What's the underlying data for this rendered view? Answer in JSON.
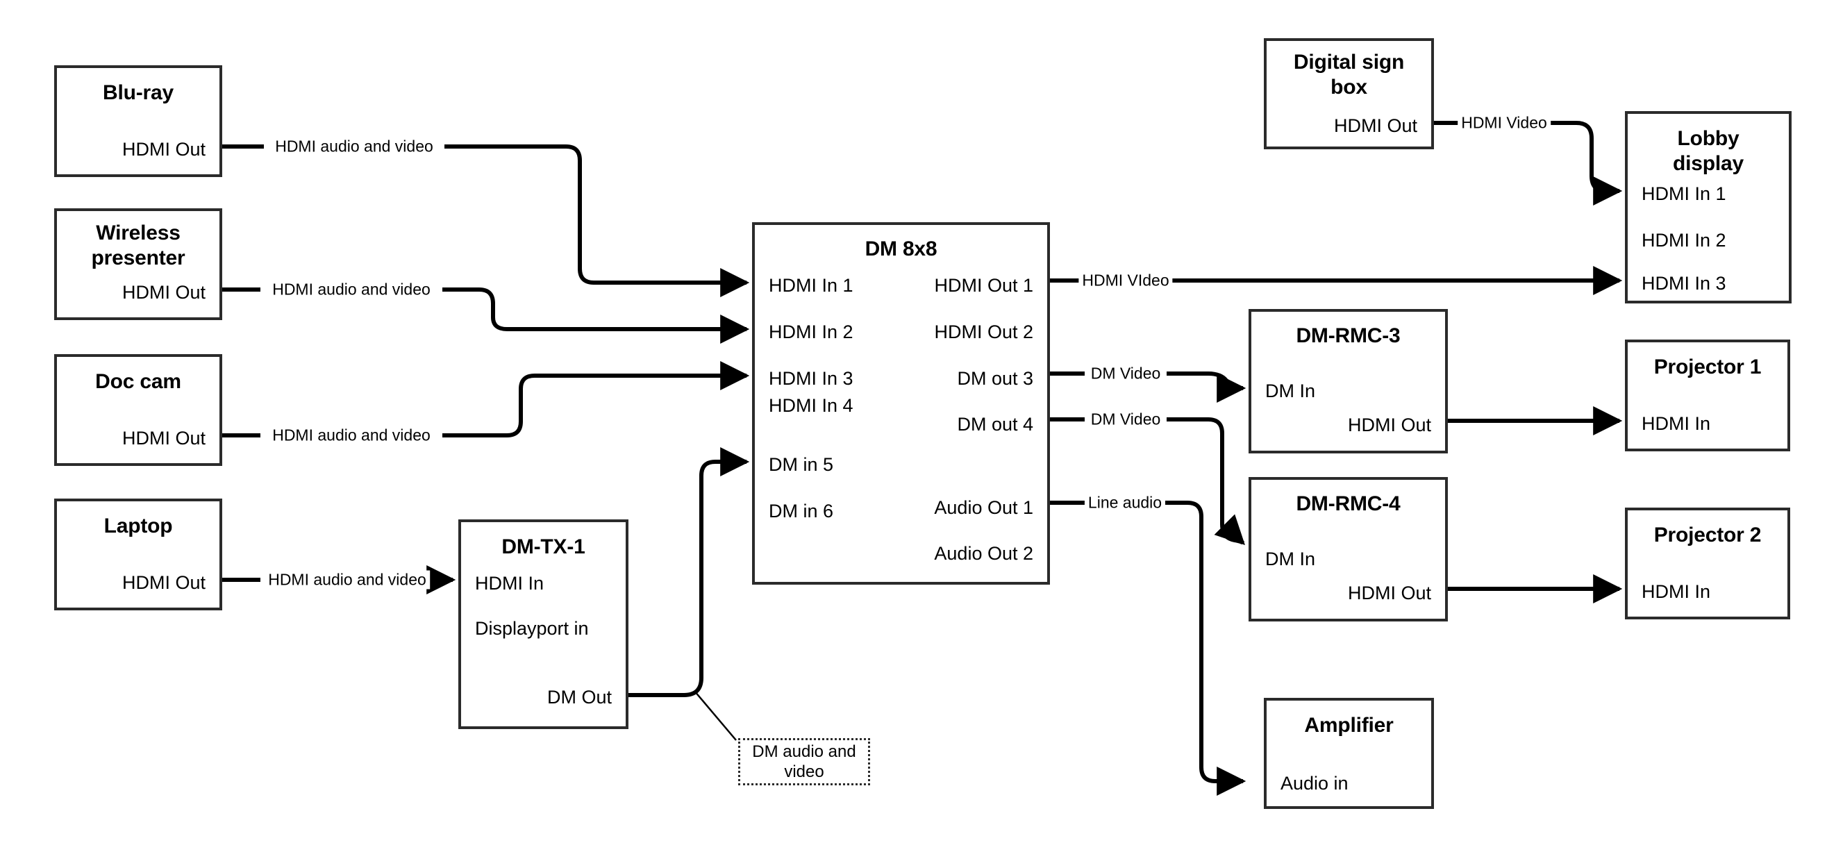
{
  "diagram": {
    "title": "AV signal flow — DM 8x8 matrix routing",
    "stroke_color": "#2b2b2b",
    "wire_color": "#000000",
    "background": "#ffffff"
  },
  "nodes": [
    {
      "id": "blu-ray",
      "title": "Blu-ray",
      "ports_right": [
        "HDMI Out"
      ],
      "ports_left": []
    },
    {
      "id": "wireless-presenter",
      "title": "Wireless presenter",
      "title_lines": [
        "Wireless",
        "presenter"
      ],
      "ports_right": [
        "HDMI Out"
      ],
      "ports_left": []
    },
    {
      "id": "doc-cam",
      "title": "Doc cam",
      "ports_right": [
        "HDMI Out"
      ],
      "ports_left": []
    },
    {
      "id": "laptop",
      "title": "Laptop",
      "ports_right": [
        "HDMI Out"
      ],
      "ports_left": []
    },
    {
      "id": "dm-tx-1",
      "title": "DM-TX-1",
      "ports_left": [
        "HDMI In",
        "Displayport in"
      ],
      "ports_right": [
        "DM Out"
      ]
    },
    {
      "id": "dm-8x8",
      "title": "DM 8x8",
      "ports_left": [
        "HDMI In 1",
        "HDMI In 2",
        "HDMI In 3",
        "HDMI In 4",
        "DM in 5",
        "DM in 6"
      ],
      "ports_right": [
        "HDMI Out 1",
        "HDMI Out 2",
        "DM out 3",
        "DM out 4",
        "Audio Out 1",
        "Audio Out 2"
      ]
    },
    {
      "id": "digital-sign-box",
      "title": "Digital sign box",
      "title_lines": [
        "Digital sign",
        "box"
      ],
      "ports_right": [
        "HDMI Out"
      ],
      "ports_left": []
    },
    {
      "id": "lobby-display",
      "title": "Lobby display",
      "title_lines": [
        "Lobby",
        "display"
      ],
      "ports_left": [
        "HDMI In 1",
        "HDMI In 2",
        "HDMI In 3"
      ],
      "ports_right": []
    },
    {
      "id": "dm-rmc-3",
      "title": "DM-RMC-3",
      "ports_left": [
        "DM In"
      ],
      "ports_right": [
        "HDMI Out"
      ]
    },
    {
      "id": "dm-rmc-4",
      "title": "DM-RMC-4",
      "ports_left": [
        "DM In"
      ],
      "ports_right": [
        "HDMI Out"
      ]
    },
    {
      "id": "projector-1",
      "title": "Projector 1",
      "ports_left": [
        "HDMI In"
      ],
      "ports_right": []
    },
    {
      "id": "projector-2",
      "title": "Projector 2",
      "ports_left": [
        "HDMI In"
      ],
      "ports_right": []
    },
    {
      "id": "amplifier",
      "title": "Amplifier",
      "ports_left": [
        "Audio in"
      ],
      "ports_right": []
    }
  ],
  "connections": [
    {
      "id": "blu-ray-to-dm-in-1",
      "from": "blu-ray / HDMI Out",
      "to": "dm-8x8 / HDMI In 1",
      "label": "HDMI audio and video"
    },
    {
      "id": "wireless-to-dm-in-2",
      "from": "wireless-presenter / HDMI Out",
      "to": "dm-8x8 / HDMI In 2",
      "label": "HDMI audio and video"
    },
    {
      "id": "doc-cam-to-dm-in-3",
      "from": "doc-cam / HDMI Out",
      "to": "dm-8x8 / HDMI In 3",
      "label": "HDMI audio and video"
    },
    {
      "id": "laptop-to-tx-hdmi-in",
      "from": "laptop / HDMI Out",
      "to": "dm-tx-1 / HDMI In",
      "label": "HDMI audio and video"
    },
    {
      "id": "tx-dm-out-to-dm-in-5",
      "from": "dm-tx-1 / DM Out",
      "to": "dm-8x8 / DM in 5",
      "label": "DM audio and video"
    },
    {
      "id": "dm-hdmi-out-1-to-lobby-3",
      "from": "dm-8x8 / HDMI Out 1",
      "to": "lobby-display / HDMI In 3",
      "label": "HDMI VIdeo"
    },
    {
      "id": "dm-out-3-to-rmc-3",
      "from": "dm-8x8 / DM out 3",
      "to": "dm-rmc-3 / DM In",
      "label": "DM Video"
    },
    {
      "id": "dm-out-4-to-rmc-4",
      "from": "dm-8x8 / DM out 4",
      "to": "dm-rmc-4 / DM In",
      "label": "DM Video"
    },
    {
      "id": "dm-audio-out-1-to-amp",
      "from": "dm-8x8 / Audio Out 1",
      "to": "amplifier / Audio in",
      "label": "Line audio"
    },
    {
      "id": "sign-box-to-lobby-1",
      "from": "digital-sign-box / HDMI Out",
      "to": "lobby-display / HDMI In 1",
      "label": "HDMI Video"
    },
    {
      "id": "rmc-3-to-projector-1",
      "from": "dm-rmc-3 / HDMI Out",
      "to": "projector-1 / HDMI In",
      "label": ""
    },
    {
      "id": "rmc-4-to-projector-2",
      "from": "dm-rmc-4 / HDMI Out",
      "to": "projector-2 / HDMI In",
      "label": ""
    }
  ],
  "callouts": [
    {
      "id": "dm-audio-video-callout",
      "text": "DM audio and video"
    }
  ],
  "labels": {
    "blu_ray_title": "Blu-ray",
    "blu_ray_hdmi_out": "HDMI Out",
    "wireless_title_1": "Wireless",
    "wireless_title_2": "presenter",
    "wireless_hdmi_out": "HDMI Out",
    "doc_cam_title": "Doc cam",
    "doc_cam_hdmi_out": "HDMI Out",
    "laptop_title": "Laptop",
    "laptop_hdmi_out": "HDMI Out",
    "tx_title": "DM-TX-1",
    "tx_hdmi_in": "HDMI In",
    "tx_displayport_in": "Displayport in",
    "tx_dm_out": "DM Out",
    "dm_title": "DM 8x8",
    "dm_in_1": "HDMI In 1",
    "dm_in_2": "HDMI In 2",
    "dm_in_3": "HDMI In 3",
    "dm_in_4": "HDMI In 4",
    "dm_in_5": "DM in 5",
    "dm_in_6": "DM in 6",
    "dm_out_1": "HDMI Out 1",
    "dm_out_2": "HDMI Out 2",
    "dm_out_3": "DM out 3",
    "dm_out_4": "DM out 4",
    "dm_audio_out_1": "Audio Out 1",
    "dm_audio_out_2": "Audio Out 2",
    "sign_title_1": "Digital sign",
    "sign_title_2": "box",
    "sign_hdmi_out": "HDMI Out",
    "lobby_title_1": "Lobby",
    "lobby_title_2": "display",
    "lobby_in_1": "HDMI In 1",
    "lobby_in_2": "HDMI In 2",
    "lobby_in_3": "HDMI In 3",
    "rmc3_title": "DM-RMC-3",
    "rmc3_dm_in": "DM In",
    "rmc3_hdmi_out": "HDMI Out",
    "rmc4_title": "DM-RMC-4",
    "rmc4_dm_in": "DM In",
    "rmc4_hdmi_out": "HDMI Out",
    "projector1_title": "Projector 1",
    "projector1_hdmi_in": "HDMI In",
    "projector2_title": "Projector 2",
    "projector2_hdmi_in": "HDMI In",
    "amplifier_title": "Amplifier",
    "amplifier_audio_in": "Audio in",
    "edge_hdmi_av_1": "HDMI audio and video",
    "edge_hdmi_av_2": "HDMI audio and video",
    "edge_hdmi_av_3": "HDMI audio and video",
    "edge_hdmi_av_4": "HDMI audio and video",
    "edge_hdmi_video_sign": "HDMI Video",
    "edge_hdmi_video_out1": "HDMI VIdeo",
    "edge_dm_video_3": "DM Video",
    "edge_dm_video_4": "DM Video",
    "edge_line_audio": "Line audio",
    "callout_dm_av": "DM audio and video"
  }
}
